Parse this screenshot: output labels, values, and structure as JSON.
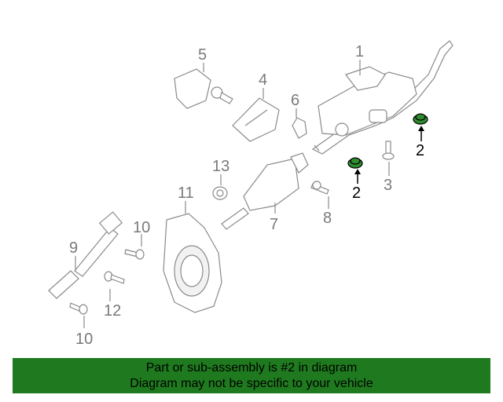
{
  "labels": {
    "p1": "1",
    "p2a": "2",
    "p2b": "2",
    "p3": "3",
    "p4": "4",
    "p5": "5",
    "p6": "6",
    "p7": "7",
    "p8": "8",
    "p9": "9",
    "p10a": "10",
    "p10b": "10",
    "p11": "11",
    "p12": "12",
    "p13": "13"
  },
  "colors": {
    "highlight": "#2e8b2e",
    "banner": "#1f7a1f"
  },
  "banner": {
    "line1": "Part or sub-assembly is #2 in diagram",
    "line2": "Diagram may not be specific to your vehicle"
  }
}
